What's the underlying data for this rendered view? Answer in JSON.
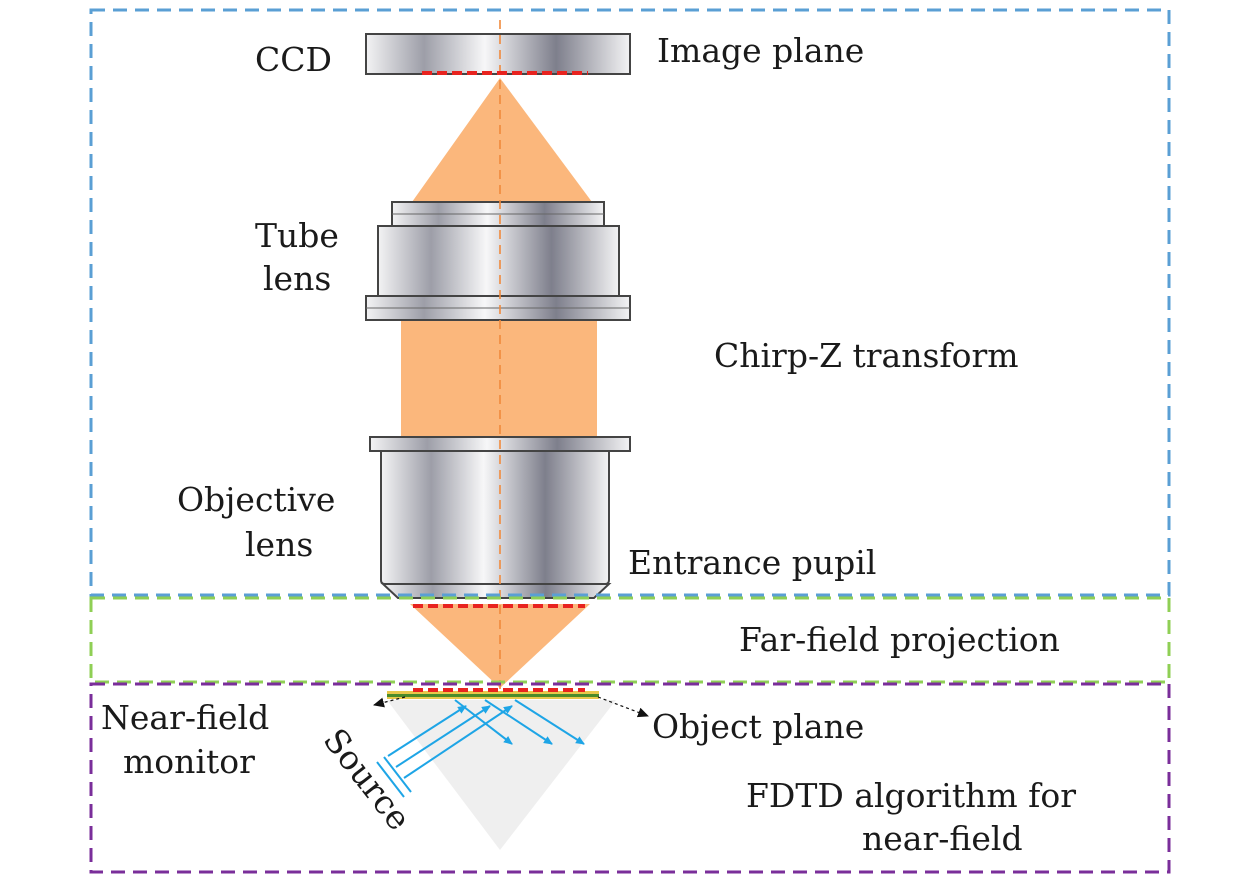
{
  "labels": {
    "ccd": "CCD",
    "image_plane": "Image plane",
    "tube_lens_line1": "Tube",
    "tube_lens_line2": "lens",
    "chirp_z": "Chirp-Z transform",
    "objective_line1": "Objective",
    "objective_line2": "lens",
    "entrance_pupil": "Entrance pupil",
    "far_field": "Far-field projection",
    "near_field_line1": "Near-field",
    "near_field_line2": "monitor",
    "source": "Source",
    "object_plane": "Object plane",
    "fdtd_line1": "FDTD algorithm for",
    "fdtd_line2": "near-field"
  },
  "colors": {
    "chirp_z_box": "#5a9fd4",
    "far_field_box": "#8fcf55",
    "fdtd_box": "#7a2e9a",
    "beam": "#fbb77c",
    "plane_marker": "#e8231f",
    "rays": "#1ea5e6",
    "fdtd_region": "#eeeeee",
    "optical_axis": "#f08a3c"
  }
}
